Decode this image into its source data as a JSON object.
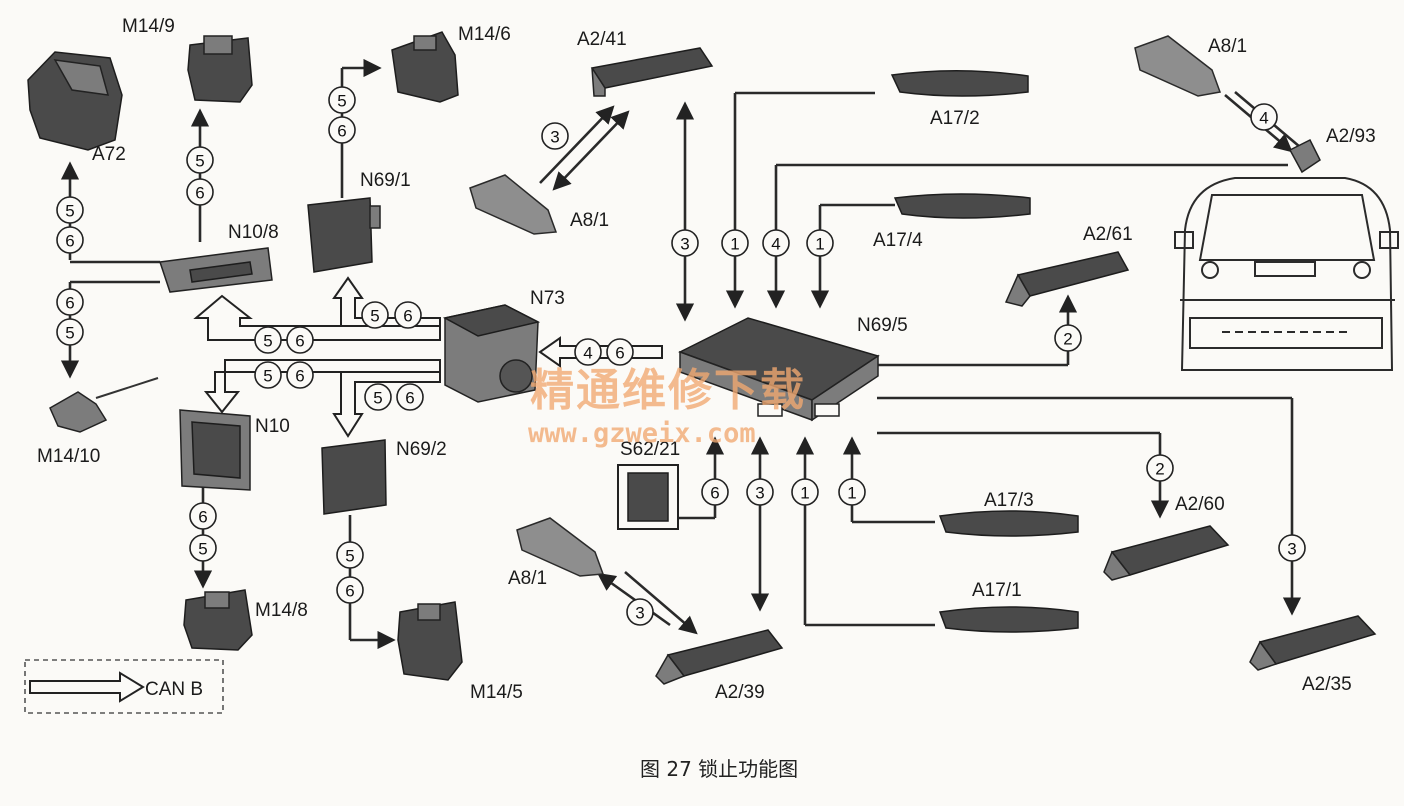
{
  "diagram": {
    "components": {
      "a72": "A72",
      "m14_9": "M14/9",
      "m14_6": "M14/6",
      "a2_41": "A2/41",
      "a8_1_top": "A8/1",
      "a8_1_mid": "A8/1",
      "a8_1_bottom": "A8/1",
      "a17_2": "A17/2",
      "a2_93": "A2/93",
      "n69_1": "N69/1",
      "n10_8": "N10/8",
      "a17_4": "A17/4",
      "a2_61": "A2/61",
      "n73": "N73",
      "n69_5": "N69/5",
      "m14_10": "M14/10",
      "n10": "N10",
      "n69_2": "N69/2",
      "s62_21": "S62/21",
      "a17_3": "A17/3",
      "a2_60": "A2/60",
      "a17_1": "A17/1",
      "m14_8": "M14/8",
      "m14_5": "M14/5",
      "a2_39": "A2/39",
      "a2_35": "A2/35"
    },
    "signal_numbers": [
      "1",
      "2",
      "3",
      "4",
      "5",
      "6"
    ],
    "legend": {
      "label": "CAN B"
    },
    "watermark": {
      "line1": "精通维修下载",
      "line2": "www.gzweix.com"
    },
    "caption": "图 27    锁止功能图"
  },
  "colors": {
    "ink": "#222222",
    "watermark": "#f2a971",
    "background": "#fbfaf7"
  }
}
